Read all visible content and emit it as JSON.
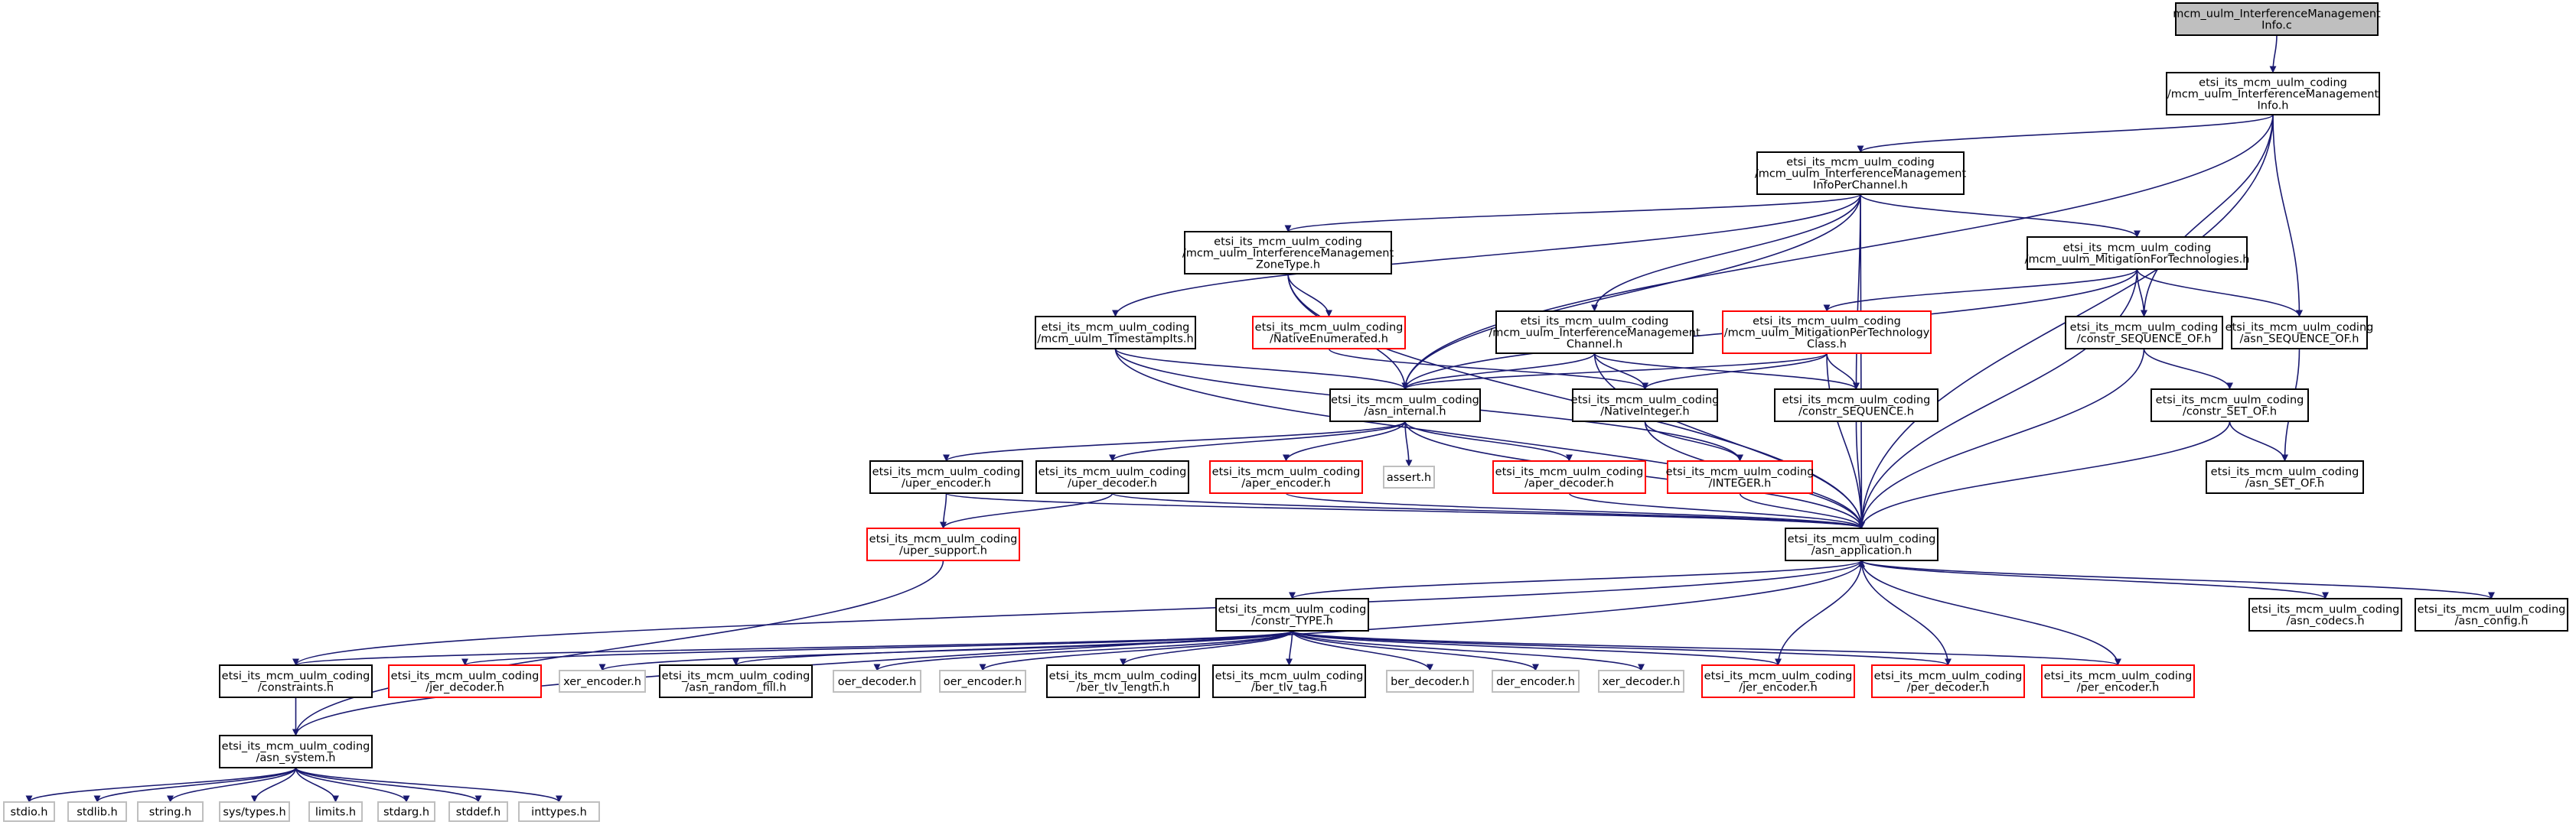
{
  "colors": {
    "edge": "#191970",
    "node_border_default": "#000000",
    "node_border_incomplete": "#ff0000",
    "node_border_external": "#bfbfbf",
    "node_fill_root": "#bfbfbf",
    "node_fill": "#ffffff"
  },
  "nodes": [
    {
      "id": "root",
      "style": "root",
      "lines": [
        "mcm_uulm_InterferenceManagement",
        "Info.c"
      ]
    },
    {
      "id": "info",
      "style": "normal",
      "lines": [
        "etsi_its_mcm_uulm_coding",
        "/mcm_uulm_InterferenceManagement",
        "Info.h"
      ]
    },
    {
      "id": "perchan",
      "style": "normal",
      "lines": [
        "etsi_its_mcm_uulm_coding",
        "/mcm_uulm_InterferenceManagement",
        "InfoPerChannel.h"
      ]
    },
    {
      "id": "zonetype",
      "style": "normal",
      "lines": [
        "etsi_its_mcm_uulm_coding",
        "/mcm_uulm_InterferenceManagement",
        "ZoneType.h"
      ]
    },
    {
      "id": "mitigtech",
      "style": "normal",
      "lines": [
        "etsi_its_mcm_uulm_coding",
        "/mcm_uulm_MitigationForTechnologies.h"
      ]
    },
    {
      "id": "timestamp",
      "style": "normal",
      "lines": [
        "etsi_its_mcm_uulm_coding",
        "/mcm_uulm_TimestampIts.h"
      ]
    },
    {
      "id": "nativeenum",
      "style": "red",
      "lines": [
        "etsi_its_mcm_uulm_coding",
        "/NativeEnumerated.h"
      ]
    },
    {
      "id": "imchannel",
      "style": "normal",
      "lines": [
        "etsi_its_mcm_uulm_coding",
        "/mcm_uulm_InterferenceManagement",
        "Channel.h"
      ]
    },
    {
      "id": "mitigclass",
      "style": "red",
      "lines": [
        "etsi_its_mcm_uulm_coding",
        "/mcm_uulm_MitigationPerTechnology",
        "Class.h"
      ]
    },
    {
      "id": "constrseqof",
      "style": "normal",
      "lines": [
        "etsi_its_mcm_uulm_coding",
        "/constr_SEQUENCE_OF.h"
      ]
    },
    {
      "id": "asnseqof",
      "style": "normal",
      "lines": [
        "etsi_its_mcm_uulm_coding",
        "/asn_SEQUENCE_OF.h"
      ]
    },
    {
      "id": "asninternal",
      "style": "normal",
      "lines": [
        "etsi_its_mcm_uulm_coding",
        "/asn_internal.h"
      ]
    },
    {
      "id": "nativeint",
      "style": "normal",
      "lines": [
        "etsi_its_mcm_uulm_coding",
        "/NativeInteger.h"
      ]
    },
    {
      "id": "constrseq",
      "style": "normal",
      "lines": [
        "etsi_its_mcm_uulm_coding",
        "/constr_SEQUENCE.h"
      ]
    },
    {
      "id": "constrsetof",
      "style": "normal",
      "lines": [
        "etsi_its_mcm_uulm_coding",
        "/constr_SET_OF.h"
      ]
    },
    {
      "id": "uperenc",
      "style": "normal",
      "lines": [
        "etsi_its_mcm_uulm_coding",
        "/uper_encoder.h"
      ]
    },
    {
      "id": "uperdec",
      "style": "normal",
      "lines": [
        "etsi_its_mcm_uulm_coding",
        "/uper_decoder.h"
      ]
    },
    {
      "id": "aperenc",
      "style": "red",
      "lines": [
        "etsi_its_mcm_uulm_coding",
        "/aper_encoder.h"
      ]
    },
    {
      "id": "asserth",
      "style": "gray",
      "lines": [
        "assert.h"
      ]
    },
    {
      "id": "aperdec",
      "style": "red",
      "lines": [
        "etsi_its_mcm_uulm_coding",
        "/aper_decoder.h"
      ]
    },
    {
      "id": "integer",
      "style": "red",
      "lines": [
        "etsi_its_mcm_uulm_coding",
        "/INTEGER.h"
      ]
    },
    {
      "id": "asnsetof",
      "style": "normal",
      "lines": [
        "etsi_its_mcm_uulm_coding",
        "/asn_SET_OF.h"
      ]
    },
    {
      "id": "upersupport",
      "style": "red",
      "lines": [
        "etsi_its_mcm_uulm_coding",
        "/uper_support.h"
      ]
    },
    {
      "id": "asnapp",
      "style": "normal",
      "lines": [
        "etsi_its_mcm_uulm_coding",
        "/asn_application.h"
      ]
    },
    {
      "id": "constrtype",
      "style": "normal",
      "lines": [
        "etsi_its_mcm_uulm_coding",
        "/constr_TYPE.h"
      ]
    },
    {
      "id": "asncodecs",
      "style": "normal",
      "lines": [
        "etsi_its_mcm_uulm_coding",
        "/asn_codecs.h"
      ]
    },
    {
      "id": "asnconfig",
      "style": "normal",
      "lines": [
        "etsi_its_mcm_uulm_coding",
        "/asn_config.h"
      ]
    },
    {
      "id": "constraints",
      "style": "normal",
      "lines": [
        "etsi_its_mcm_uulm_coding",
        "/constraints.h"
      ]
    },
    {
      "id": "jerdec",
      "style": "red",
      "lines": [
        "etsi_its_mcm_uulm_coding",
        "/jer_decoder.h"
      ]
    },
    {
      "id": "xerenc",
      "style": "gray",
      "lines": [
        "xer_encoder.h"
      ]
    },
    {
      "id": "asnrandom",
      "style": "normal",
      "lines": [
        "etsi_its_mcm_uulm_coding",
        "/asn_random_fill.h"
      ]
    },
    {
      "id": "oerdec",
      "style": "gray",
      "lines": [
        "oer_decoder.h"
      ]
    },
    {
      "id": "oerenc",
      "style": "gray",
      "lines": [
        "oer_encoder.h"
      ]
    },
    {
      "id": "bertlvlen",
      "style": "normal",
      "lines": [
        "etsi_its_mcm_uulm_coding",
        "/ber_tlv_length.h"
      ]
    },
    {
      "id": "bertlvtag",
      "style": "normal",
      "lines": [
        "etsi_its_mcm_uulm_coding",
        "/ber_tlv_tag.h"
      ]
    },
    {
      "id": "berdec",
      "style": "gray",
      "lines": [
        "ber_decoder.h"
      ]
    },
    {
      "id": "derenc",
      "style": "gray",
      "lines": [
        "der_encoder.h"
      ]
    },
    {
      "id": "xerdec",
      "style": "gray",
      "lines": [
        "xer_decoder.h"
      ]
    },
    {
      "id": "jerenc",
      "style": "red",
      "lines": [
        "etsi_its_mcm_uulm_coding",
        "/jer_encoder.h"
      ]
    },
    {
      "id": "perdec",
      "style": "red",
      "lines": [
        "etsi_its_mcm_uulm_coding",
        "/per_decoder.h"
      ]
    },
    {
      "id": "perenc",
      "style": "red",
      "lines": [
        "etsi_its_mcm_uulm_coding",
        "/per_encoder.h"
      ]
    },
    {
      "id": "asnsystem",
      "style": "normal",
      "lines": [
        "etsi_its_mcm_uulm_coding",
        "/asn_system.h"
      ]
    },
    {
      "id": "stdio",
      "style": "gray",
      "lines": [
        "stdio.h"
      ]
    },
    {
      "id": "stdlib",
      "style": "gray",
      "lines": [
        "stdlib.h"
      ]
    },
    {
      "id": "string",
      "style": "gray",
      "lines": [
        "string.h"
      ]
    },
    {
      "id": "systypes",
      "style": "gray",
      "lines": [
        "sys/types.h"
      ]
    },
    {
      "id": "limits",
      "style": "gray",
      "lines": [
        "limits.h"
      ]
    },
    {
      "id": "stdarg",
      "style": "gray",
      "lines": [
        "stdarg.h"
      ]
    },
    {
      "id": "stddef",
      "style": "gray",
      "lines": [
        "stddef.h"
      ]
    },
    {
      "id": "inttypes",
      "style": "gray",
      "lines": [
        "inttypes.h"
      ]
    }
  ],
  "edges": [
    [
      "root",
      "info"
    ],
    [
      "info",
      "perchan"
    ],
    [
      "info",
      "asninternal"
    ],
    [
      "info",
      "constrseqof"
    ],
    [
      "info",
      "asnseqof"
    ],
    [
      "info",
      "asnapp"
    ],
    [
      "perchan",
      "zonetype"
    ],
    [
      "perchan",
      "timestamp"
    ],
    [
      "perchan",
      "imchannel"
    ],
    [
      "perchan",
      "mitigtech"
    ],
    [
      "perchan",
      "asninternal"
    ],
    [
      "perchan",
      "constrseq"
    ],
    [
      "perchan",
      "asnapp"
    ],
    [
      "zonetype",
      "nativeenum"
    ],
    [
      "zonetype",
      "asninternal"
    ],
    [
      "zonetype",
      "asnapp"
    ],
    [
      "mitigtech",
      "mitigclass"
    ],
    [
      "mitigtech",
      "constrseqof"
    ],
    [
      "mitigtech",
      "asnseqof"
    ],
    [
      "mitigtech",
      "asninternal"
    ],
    [
      "mitigtech",
      "asnapp"
    ],
    [
      "timestamp",
      "asninternal"
    ],
    [
      "timestamp",
      "integer"
    ],
    [
      "timestamp",
      "asnapp"
    ],
    [
      "nativeenum",
      "nativeint"
    ],
    [
      "imchannel",
      "asninternal"
    ],
    [
      "imchannel",
      "nativeint"
    ],
    [
      "imchannel",
      "constrseq"
    ],
    [
      "imchannel",
      "asnapp"
    ],
    [
      "mitigclass",
      "asninternal"
    ],
    [
      "mitigclass",
      "nativeint"
    ],
    [
      "mitigclass",
      "constrseq"
    ],
    [
      "mitigclass",
      "asnapp"
    ],
    [
      "constrseqof",
      "constrsetof"
    ],
    [
      "constrseqof",
      "asnapp"
    ],
    [
      "asnseqof",
      "asnsetof"
    ],
    [
      "asninternal",
      "uperenc"
    ],
    [
      "asninternal",
      "uperdec"
    ],
    [
      "asninternal",
      "aperenc"
    ],
    [
      "asninternal",
      "asserth"
    ],
    [
      "asninternal",
      "aperdec"
    ],
    [
      "asninternal",
      "asnapp"
    ],
    [
      "nativeint",
      "integer"
    ],
    [
      "nativeint",
      "asnapp"
    ],
    [
      "constrseq",
      "asnapp"
    ],
    [
      "constrsetof",
      "asnsetof"
    ],
    [
      "constrsetof",
      "asnapp"
    ],
    [
      "uperenc",
      "upersupport"
    ],
    [
      "uperenc",
      "asnapp"
    ],
    [
      "uperdec",
      "upersupport"
    ],
    [
      "uperdec",
      "asnapp"
    ],
    [
      "aperenc",
      "asnapp"
    ],
    [
      "aperdec",
      "asnapp"
    ],
    [
      "integer",
      "asnapp"
    ],
    [
      "upersupport",
      "asnsystem"
    ],
    [
      "asnapp",
      "constrtype"
    ],
    [
      "asnapp",
      "asncodecs"
    ],
    [
      "asnapp",
      "asnconfig"
    ],
    [
      "asnapp",
      "asnsystem"
    ],
    [
      "constrtype",
      "constraints"
    ],
    [
      "constrtype",
      "jerdec"
    ],
    [
      "constrtype",
      "xerenc"
    ],
    [
      "constrtype",
      "asnrandom"
    ],
    [
      "constrtype",
      "oerdec"
    ],
    [
      "constrtype",
      "oerenc"
    ],
    [
      "constrtype",
      "bertlvlen"
    ],
    [
      "constrtype",
      "bertlvtag"
    ],
    [
      "constrtype",
      "berdec"
    ],
    [
      "constrtype",
      "derenc"
    ],
    [
      "constrtype",
      "xerdec"
    ],
    [
      "constrtype",
      "jerenc"
    ],
    [
      "constrtype",
      "perdec"
    ],
    [
      "constrtype",
      "perenc"
    ],
    [
      "jerenc",
      "asnapp"
    ],
    [
      "perdec",
      "asnapp"
    ],
    [
      "perenc",
      "asnapp"
    ],
    [
      "constraints",
      "asnapp"
    ],
    [
      "constraints",
      "asnsystem"
    ],
    [
      "asnsystem",
      "stdio"
    ],
    [
      "asnsystem",
      "stdlib"
    ],
    [
      "asnsystem",
      "string"
    ],
    [
      "asnsystem",
      "systypes"
    ],
    [
      "asnsystem",
      "limits"
    ],
    [
      "asnsystem",
      "stdarg"
    ],
    [
      "asnsystem",
      "stddef"
    ],
    [
      "asnsystem",
      "inttypes"
    ]
  ]
}
